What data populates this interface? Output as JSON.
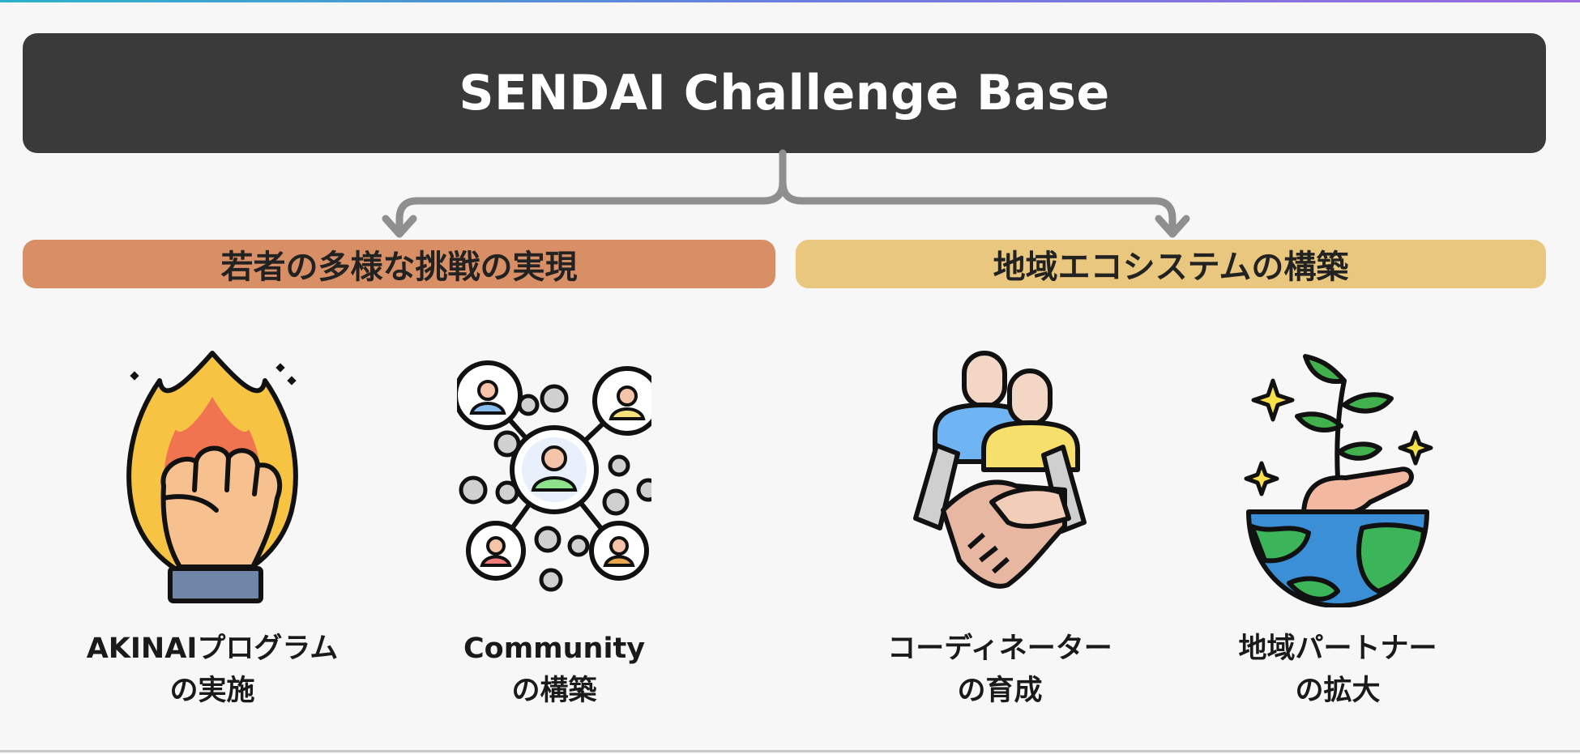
{
  "title": "SENDAI Challenge Base",
  "categories": [
    {
      "label": "若者の多様な挑戦の実現",
      "color": "#d98f66"
    },
    {
      "label": "地域エコシステムの構築",
      "color": "#e9c77e"
    }
  ],
  "cards": [
    {
      "line1": "AKINAIプログラム",
      "line2": "の実施",
      "icon": "fist-flame-icon"
    },
    {
      "line1": "Community",
      "line2": "の構築",
      "icon": "network-people-icon"
    },
    {
      "line1": "コーディネーター",
      "line2": "の育成",
      "icon": "handshake-people-icon"
    },
    {
      "line1": "地域パートナー",
      "line2": "の拡大",
      "icon": "plant-globe-hand-icon"
    }
  ],
  "colors": {
    "title_bg": "#3a3a3a",
    "connector": "#8f8f8f",
    "outline": "#111111"
  }
}
